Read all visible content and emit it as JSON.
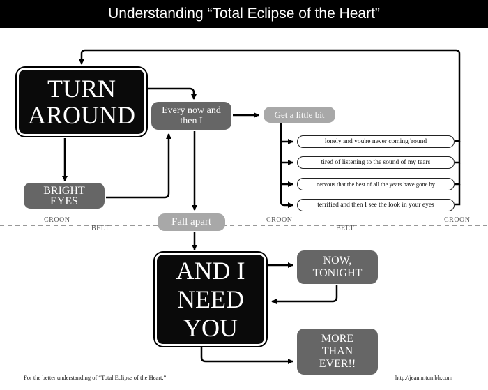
{
  "title": "Understanding “Total Eclipse of the Heart”",
  "nodes": {
    "turn_around": "TURN AROUND",
    "every_now": "Every now and then I",
    "get_little_bit": "Get a little bit",
    "bright_eyes": "BRIGHT EYES",
    "fall_apart": "Fall apart",
    "and_i_need_you": "AND I NEED YOU",
    "now_tonight": "NOW, TONIGHT",
    "more_than_ever": "MORE THAN EVER!!"
  },
  "lyrics": [
    "lonely and you're never coming 'round",
    "tired of listening to the sound of my tears",
    "nervous that the best of all the years have gone by",
    "terrified and then I see the look in your eyes"
  ],
  "zones": {
    "croon": "CROON",
    "belt": "BELT"
  },
  "footer": {
    "left": "For the better understanding of “Total Eclipse of the Heart.”",
    "right": "http://jeannr.tumblr.com"
  }
}
